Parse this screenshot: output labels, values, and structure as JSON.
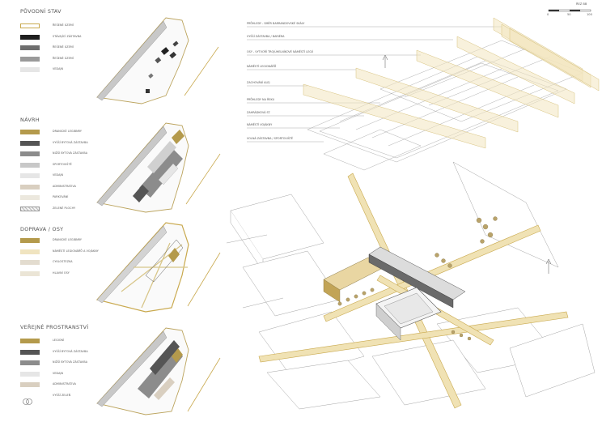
{
  "sections": [
    {
      "title": "PŮVODNÍ STAV",
      "items": [
        {
          "label": "ŘEŠENÉ ÚZEMÍ",
          "color": "#ffffff",
          "border": "#c9a94e"
        },
        {
          "label": "STÁVAJÍCÍ ZÁSTAVBA",
          "color": "#1f1f1f",
          "border": "#1f1f1f"
        },
        {
          "label": "ŘEŠENÉ ÚZEMÍ",
          "color": "#6e6e6e",
          "border": "#6e6e6e"
        },
        {
          "label": "ŘEŠENÉ ÚZEMÍ",
          "color": "#9a9a9a",
          "border": "#9a9a9a"
        },
        {
          "label": "VEDAJN",
          "color": "#e6e6e6",
          "border": "#e6e6e6"
        }
      ]
    },
    {
      "title": "NÁVRH",
      "items": [
        {
          "label": "DRANICKÉ LEGIBNRY",
          "color": "#b49a4c",
          "border": "#b49a4c"
        },
        {
          "label": "VYŠŠÍ BYTOVÁ ZÁSTAVBA",
          "color": "#555555",
          "border": "#555555"
        },
        {
          "label": "NIŽŠÍ BYTOVÁ ZÁSTAVBA",
          "color": "#8c8c8c",
          "border": "#8c8c8c"
        },
        {
          "label": "SPORTOVIŠTĚ",
          "color": "#c8c8c8",
          "border": "#c8c8c8"
        },
        {
          "label": "VEDAJN",
          "color": "#e6e6e6",
          "border": "#e6e6e6"
        },
        {
          "label": "ADMINISTRATIVA",
          "color": "#d9cfc0",
          "border": "#d9cfc0"
        },
        {
          "label": "PARKOVÁNÍ",
          "color": "#ece8de",
          "border": "#ece8de"
        },
        {
          "label": "ZELENÉ PLOCHY",
          "color": "#bdbdbd",
          "border": "#9a9a9a"
        }
      ]
    },
    {
      "title": "DOPRAVA / OSY",
      "items": [
        {
          "label": "DRANICKÉ LEGIBNRY",
          "color": "#b49a4c",
          "border": "#b49a4c"
        },
        {
          "label": "NÁMĚSTÍ LEGIONÁŘŮ A VOJÁKNY",
          "color": "#f0e4c0",
          "border": "#f0e4c0"
        },
        {
          "label": "CYKLOSTEZKA",
          "color": "#e3dccf",
          "border": "#e3dccf"
        },
        {
          "label": "HLAVNÍ OSY",
          "color": "#ebe5d6",
          "border": "#ebe5d6"
        }
      ]
    },
    {
      "title": "VEŘEJNÉ PROSTRANSTVÍ",
      "items": [
        {
          "label": "LEGIONÍ",
          "color": "#b49a4c",
          "border": "#b49a4c"
        },
        {
          "label": "VYŠŠÍ BYTOVÁ ZÁSTAVBA",
          "color": "#555555",
          "border": "#555555"
        },
        {
          "label": "NIŽŠÍ BYTOVÁ ZÁSTAVBA",
          "color": "#8c8c8c",
          "border": "#8c8c8c"
        },
        {
          "label": "VEDAJN",
          "color": "#e6e6e6",
          "border": "#e6e6e6"
        },
        {
          "label": "ADMINISTRATIVA",
          "color": "#d9cfc0",
          "border": "#d9cfc0"
        },
        {
          "label": "VYŠŠÍ ZELEŇ",
          "color": "#ffffff",
          "border": "#ffffff",
          "icon": "tree-icon"
        }
      ]
    }
  ],
  "annotations": [
    "PRŮHLEDY - SMĚR BARRANDOVSKÉ SKÁLY",
    "VYŠŠÍ ZÁSTAVBA / BARIÉRA",
    "OSY - VYTVOŘÍ TROJÚHELNÍKOVÉ NÁMĚSTÍ LEGIÍ",
    "NÁMĚSTÍ LEGIONÁŘŮ",
    "ZACHOVÁNÍ ALEJ",
    "PRŮHLEDY NA ŘEKU",
    "ZAHRÁDKOVÁ ST.",
    "NÁMĚSTÍ VOJÁKNY",
    "VOLNÁ ZÁSTAVBA / SPORTOVIŠTĚ"
  ],
  "scale": {
    "label": "ŘEZ BB",
    "ticks": [
      "0",
      "50",
      "100"
    ]
  },
  "north_label": "N",
  "colors": {
    "gold": "#c9a94e",
    "gold_light": "#f2e6bf",
    "line": "#7a7a7a",
    "dark": "#222222"
  }
}
